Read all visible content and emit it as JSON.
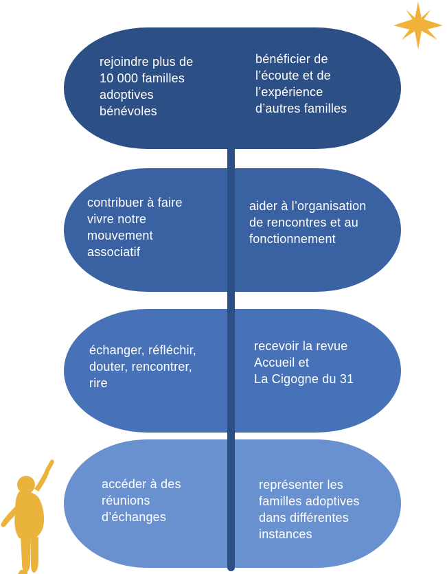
{
  "colors": {
    "stem": "#2c4f86",
    "row1": "#2c4f86",
    "row2": "#3a61a1",
    "row3": "#4872b8",
    "row4": "#6a91cf",
    "star": "#f0b23a",
    "child": "#eab33c"
  },
  "icons": {
    "star": "star-icon",
    "child": "child-silhouette-icon"
  },
  "leaves": {
    "row1": {
      "left": "rejoindre plus de\n10 000 familles\nadoptives\nbénévoles",
      "right": "bénéficier de\nl’écoute et de\nl’expérience\nd’autres familles"
    },
    "row2": {
      "left": "contribuer à faire\nvivre notre\nmouvement\nassociatif",
      "right": "aider à l’organisation\nde rencontres et au\nfonctionnement"
    },
    "row3": {
      "left": "échanger, réfléchir,\ndouter, rencontrer,\nrire",
      "right": "recevoir la revue\nAccueil et\nLa Cigogne du 31"
    },
    "row4": {
      "left": "accéder à des\nréunions\nd’échanges",
      "right": "représenter les\nfamilles adoptives\ndans différentes\ninstances"
    }
  }
}
